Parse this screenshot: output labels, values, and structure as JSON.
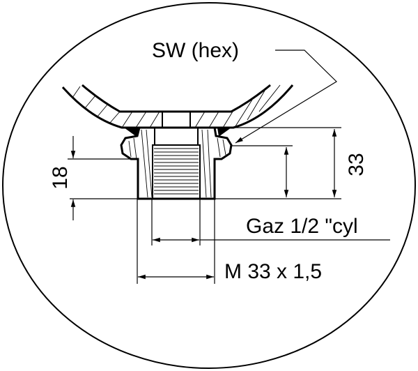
{
  "diagram": {
    "labels": {
      "hex": "SW (hex)",
      "height_total": "33",
      "height_thread": "18",
      "gas_thread": "Gaz 1/2 \"cyl",
      "metric_thread": "M 33 x 1,5"
    }
  }
}
